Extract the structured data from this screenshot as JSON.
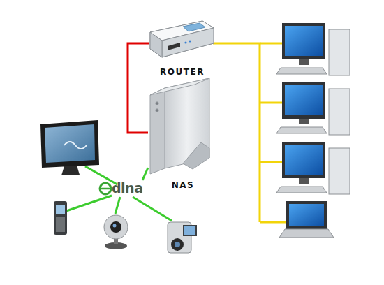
{
  "diagram": {
    "nodes": [
      {
        "text": [
          "ROUTER"
        ]
      },
      {
        "text": [
          "NAS"
        ]
      },
      {
        "text": [
          "dlna"
        ]
      }
    ],
    "edges": [
      {
        "from": 0,
        "to": 1,
        "arrow": "none"
      },
      {
        "from": 1,
        "to": 2,
        "arrow": "none"
      }
    ]
  }
}
